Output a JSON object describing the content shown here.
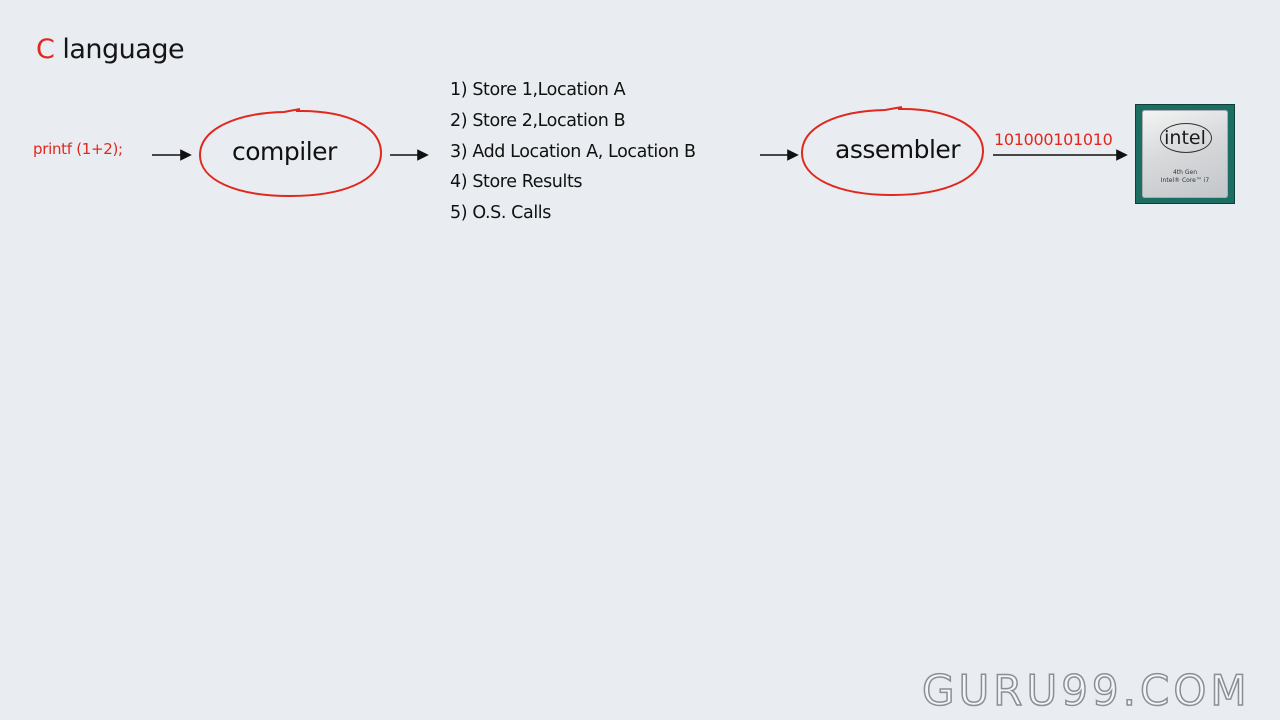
{
  "title": {
    "letter": "C",
    "rest": "language"
  },
  "code": "printf (1+2);",
  "nodes": {
    "compiler": "compiler",
    "assembler": "assembler"
  },
  "steps": [
    "1) Store 1,Location A",
    "2) Store 2,Location B",
    "3) Add Location A, Location B",
    "4) Store Results",
    "5) O.S. Calls"
  ],
  "binary": "101000101010",
  "chip": {
    "brand": "intel",
    "line1": "4th Gen",
    "line2": "Intel® Core™ i7"
  },
  "watermark": "GURU99.COM",
  "colors": {
    "background": "#e9edf1",
    "accent_red": "#e0281e",
    "ink": "#111111"
  }
}
